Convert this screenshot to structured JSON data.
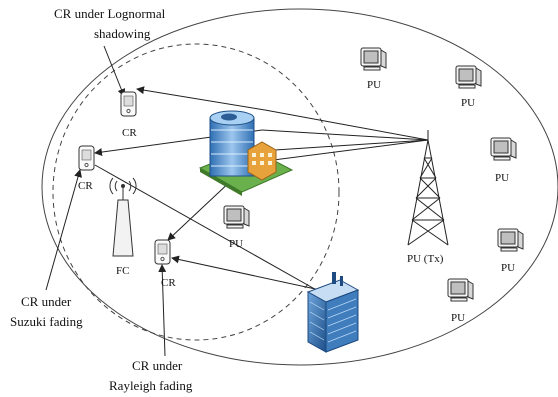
{
  "annotations": {
    "lognormal_line1": "CR under Lognormal",
    "lognormal_line2": "shadowing",
    "suzuki_line1": "CR under",
    "suzuki_line2": "Suzuki fading",
    "rayleigh_line1": "CR under",
    "rayleigh_line2": "Rayleigh fading"
  },
  "labels": {
    "cr": "CR",
    "pu": "PU",
    "fc": "FC",
    "pu_tx": "PU (Tx)"
  },
  "colors": {
    "outline": "#333333",
    "building_blue": "#4a86c5",
    "building_green": "#6ab04c",
    "building_orange": "#e8a23c"
  }
}
